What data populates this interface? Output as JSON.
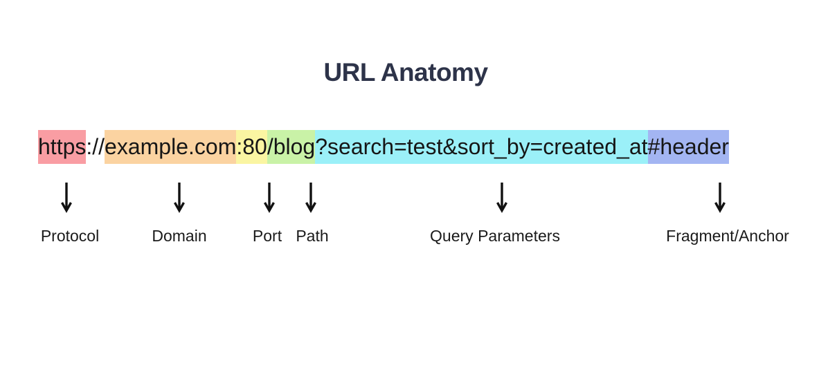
{
  "title": "URL Anatomy",
  "title_color": "#2d3349",
  "url": {
    "full": "https://example.com:80/blog?search=test&sort_by=created_at#header",
    "text_color": "#161616",
    "segments": [
      {
        "part": "protocol",
        "text": "https",
        "bg": "#f99da3"
      },
      {
        "part": "separator",
        "text": "://",
        "bg": "transparent"
      },
      {
        "part": "domain",
        "text": "example.com",
        "bg": "#fbd3a1"
      },
      {
        "part": "port",
        "text": ":80",
        "bg": "#faf5a2"
      },
      {
        "part": "path",
        "text": "/blog",
        "bg": "#c9f2a7"
      },
      {
        "part": "query",
        "text": "?search=test&sort_by=created_at",
        "bg": "#9bf0f8"
      },
      {
        "part": "fragment",
        "text": "#header",
        "bg": "#a3b5f2"
      }
    ]
  },
  "labels": [
    {
      "text": "Protocol"
    },
    {
      "text": "Domain"
    },
    {
      "text": "Port"
    },
    {
      "text": "Path"
    },
    {
      "text": "Query Parameters"
    },
    {
      "text": "Fragment/Anchor"
    }
  ],
  "icons": {
    "down_arrow": "↓"
  },
  "arrow_color": "#111111"
}
